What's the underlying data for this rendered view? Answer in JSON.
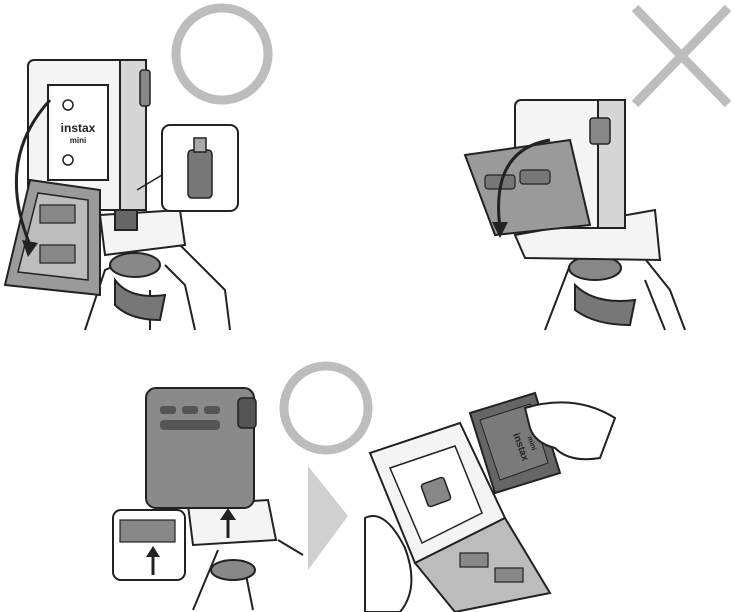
{
  "product": {
    "brand": "instax",
    "model": "mini"
  },
  "symbols": {
    "correct": "circle-mark",
    "incorrect": "cross-mark",
    "next_step": "triangle-arrow"
  },
  "colors": {
    "mark_gray": "#bdbdbd",
    "line": "#222222",
    "body_gray": "#8a8a8a",
    "dark_gray": "#666666",
    "light_fill": "#f4f4f4"
  }
}
